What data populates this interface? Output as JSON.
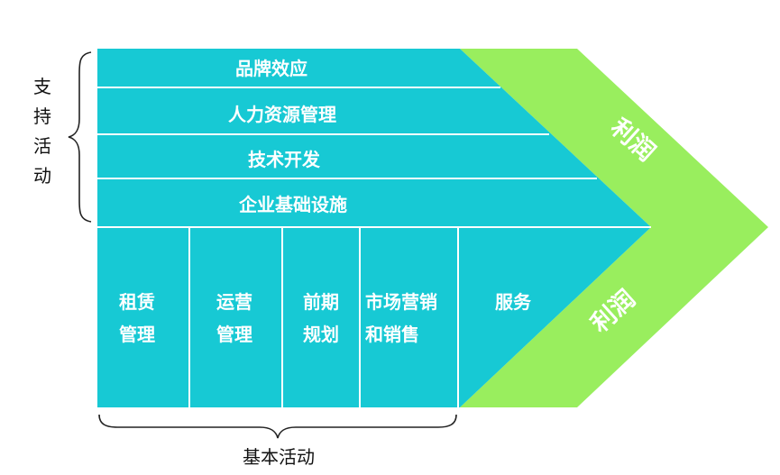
{
  "support": {
    "label_chars": [
      "支",
      "持",
      "活",
      "动"
    ],
    "rows": [
      "品牌效应",
      "人力资源管理",
      "技术开发",
      "企业基础设施"
    ]
  },
  "primary": {
    "label": "基本活动",
    "columns": [
      {
        "line1": "租赁",
        "line2": "管理"
      },
      {
        "line1": "运营",
        "line2": "管理"
      },
      {
        "line1": "前期",
        "line2": "规划"
      },
      {
        "line1": "市场营销",
        "line2": "和销售"
      },
      {
        "line1": "服务",
        "line2": ""
      }
    ]
  },
  "margin": {
    "upper": "利润",
    "lower": "利润"
  },
  "colors": {
    "teal": "#17c9d4",
    "green": "#99ee5e",
    "line": "#ffffff"
  }
}
